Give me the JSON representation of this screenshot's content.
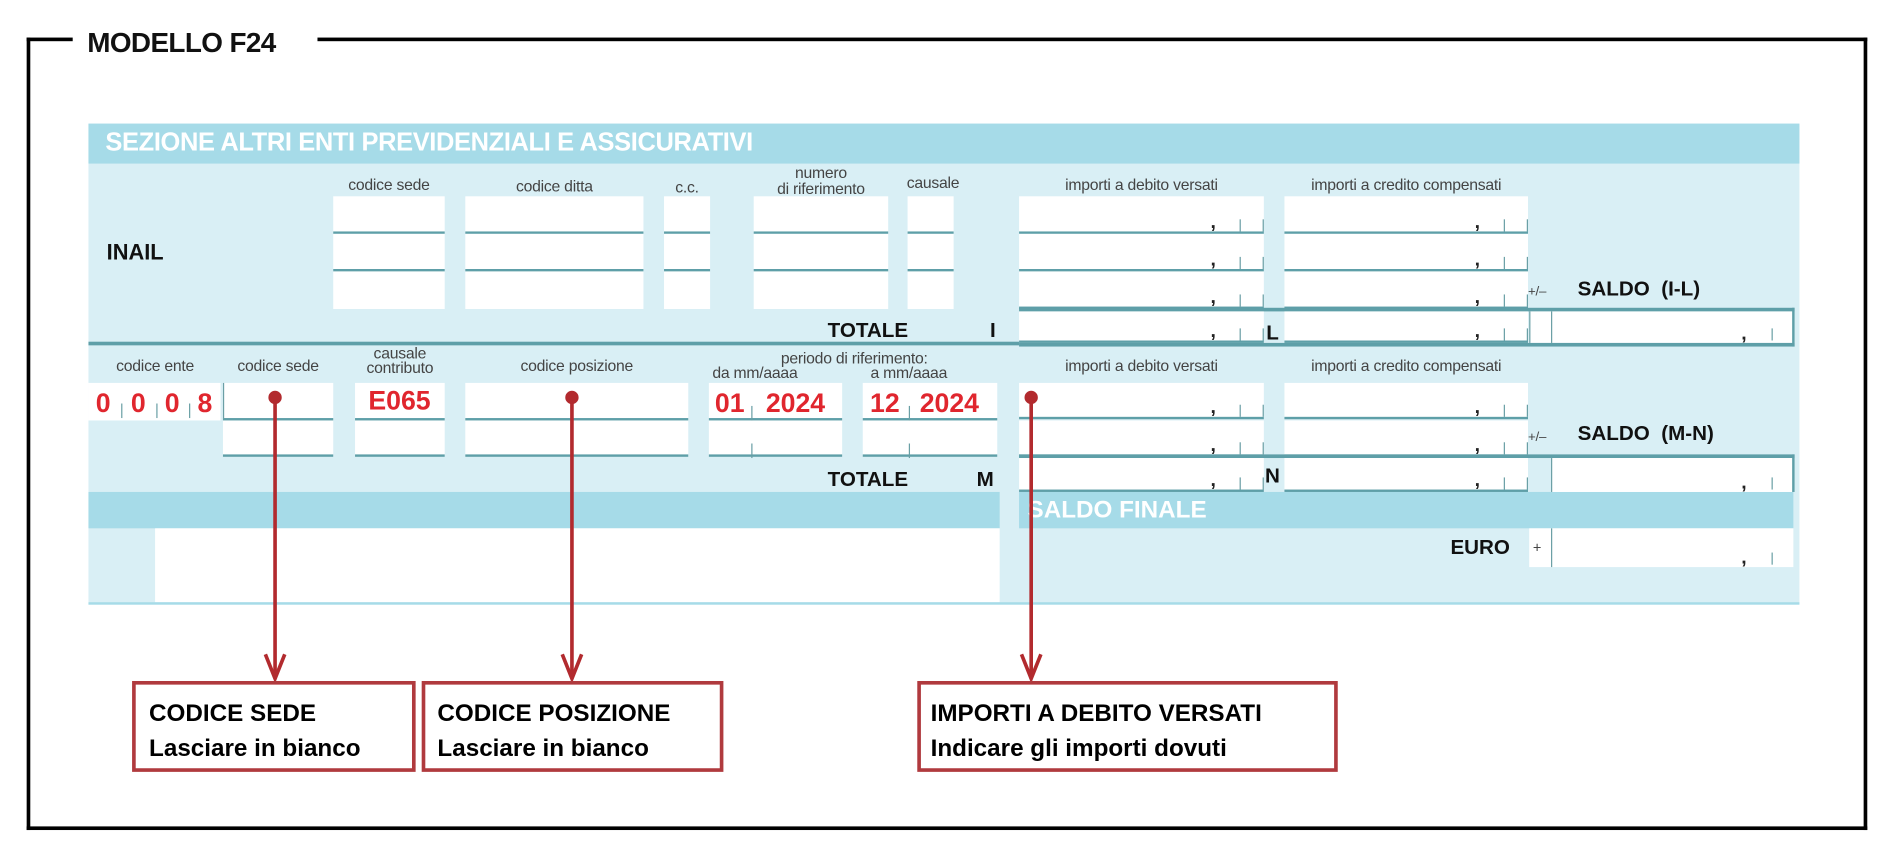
{
  "title": "MODELLO F24",
  "section_title": "SEZIONE ALTRI ENTI PREVIDENZIALI E ASSICURATIVI",
  "inail": {
    "label": "INAIL",
    "headers": {
      "codice_sede": "codice sede",
      "codice_ditta": "codice ditta",
      "cc": "c.c.",
      "numero_line1": "numero",
      "numero_line2": "di riferimento",
      "causale": "causale",
      "debito": "importi a debito versati",
      "credito": "importi a credito compensati"
    },
    "totale": "TOTALE",
    "letter_debit": "I",
    "letter_credit": "L",
    "plus_minus": "+/–",
    "saldo": "SALDO  (I-L)"
  },
  "altri": {
    "headers": {
      "codice_ente": "codice ente",
      "codice_sede": "codice sede",
      "causale_line1": "causale",
      "causale_line2": "contributo",
      "codice_posizione": "codice posizione",
      "periodo": "periodo di riferimento:",
      "da": "da mm/aaaa",
      "a": "a mm/aaaa",
      "debito": "importi a debito versati",
      "credito": "importi a credito compensati"
    },
    "row": {
      "codice_ente": [
        "0",
        "0",
        "0",
        "8"
      ],
      "causale_contributo": "E065",
      "da_mm": "01",
      "da_aaaa": "2024",
      "a_mm": "12",
      "a_aaaa": "2024"
    },
    "totale": "TOTALE",
    "letter_debit": "M",
    "letter_credit": "N",
    "plus_minus": "+/–",
    "saldo": "SALDO  (M-N)"
  },
  "saldo_finale": {
    "title": "SALDO FINALE",
    "euro": "EURO",
    "sign": "+"
  },
  "comma": ",",
  "callouts": [
    {
      "title": "CODICE SEDE",
      "text": "Lasciare in bianco"
    },
    {
      "title": "CODICE POSIZIONE",
      "text": "Lasciare in bianco"
    },
    {
      "title": "IMPORTI A DEBITO VERSATI",
      "text": "Indicare gli importi dovuti"
    }
  ],
  "colors": {
    "band": "#a6dbe8",
    "body": "#d9eff5",
    "teal": "#5e9fa8",
    "arrow": "#b22a2e"
  }
}
